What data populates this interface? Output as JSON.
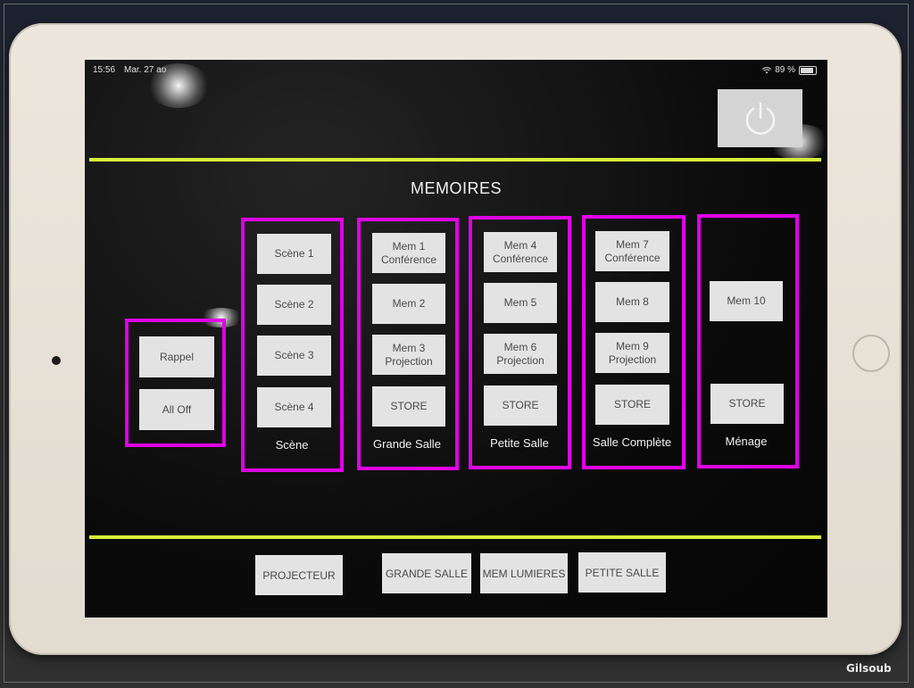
{
  "status_bar": {
    "time": "15:56",
    "date": "Mar. 27 ao",
    "battery": "89 %"
  },
  "title": "MEMOIRES",
  "groups": {
    "rappel": {
      "buttons": [
        "Rappel",
        "All Off"
      ]
    },
    "scene": {
      "label": "Scène",
      "buttons": [
        "Scène 1",
        "Scène 2",
        "Scène 3",
        "Scène 4"
      ]
    },
    "grande_salle": {
      "label": "Grande Salle",
      "buttons": [
        "Mem 1\nConférence",
        "Mem 2",
        "Mem 3\nProjection",
        "STORE"
      ]
    },
    "petite_salle": {
      "label": "Petite Salle",
      "buttons": [
        "Mem 4\nConférence",
        "Mem 5",
        "Mem 6\nProjection",
        "STORE"
      ]
    },
    "salle_complete": {
      "label": "Salle Complète",
      "buttons": [
        "Mem 7\nConférence",
        "Mem 8",
        "Mem 9\nProjection",
        "STORE"
      ]
    },
    "menage": {
      "label": "Ménage",
      "buttons": [
        "Mem 10",
        "STORE"
      ]
    }
  },
  "bottom_nav": [
    "PROJECTEUR",
    "GRANDE SALLE",
    "MEM LUMIERES",
    "PETITE SALLE"
  ],
  "icons": {
    "power": "power-icon",
    "wifi": "wifi-icon",
    "battery": "battery-icon"
  },
  "colors": {
    "accent_line": "#d7f03b",
    "group_border": "#e000e6",
    "button_bg": "#e3e3e3"
  },
  "watermark": "Gilsoub"
}
